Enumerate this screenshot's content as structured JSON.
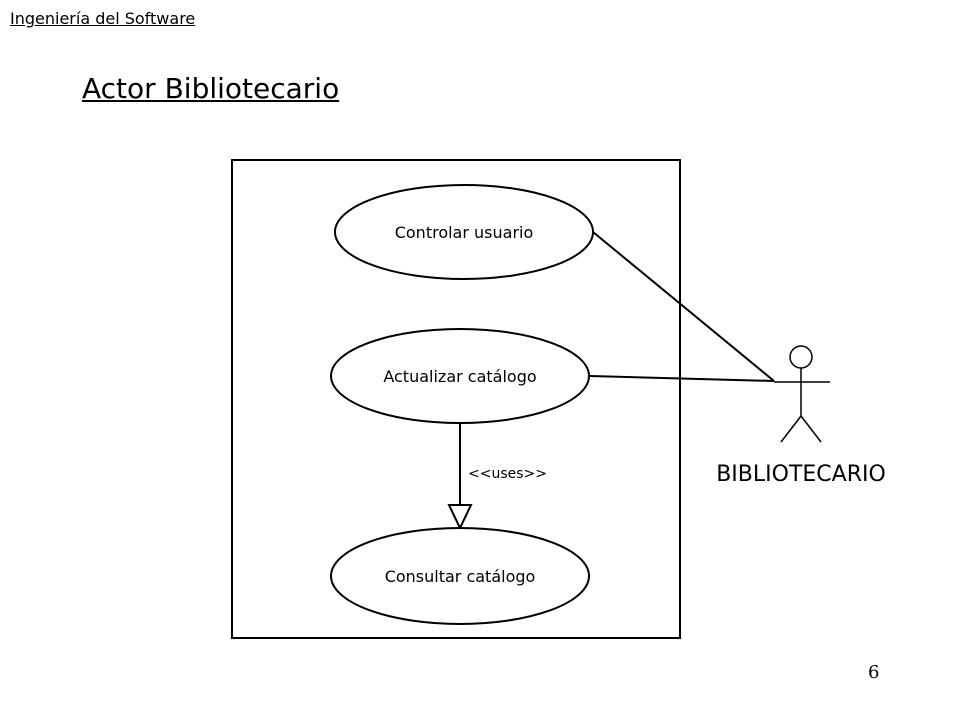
{
  "header": {
    "course": "Ingeniería del Software"
  },
  "slide": {
    "title": "Actor Bibliotecario",
    "page_number": "6"
  },
  "diagram": {
    "use_cases": [
      {
        "label": "Controlar usuario"
      },
      {
        "label": "Actualizar catálogo"
      },
      {
        "label": "Consultar catálogo"
      }
    ],
    "relation_label": "<<uses>>",
    "actor": {
      "name": "BIBLIOTECARIO"
    }
  }
}
